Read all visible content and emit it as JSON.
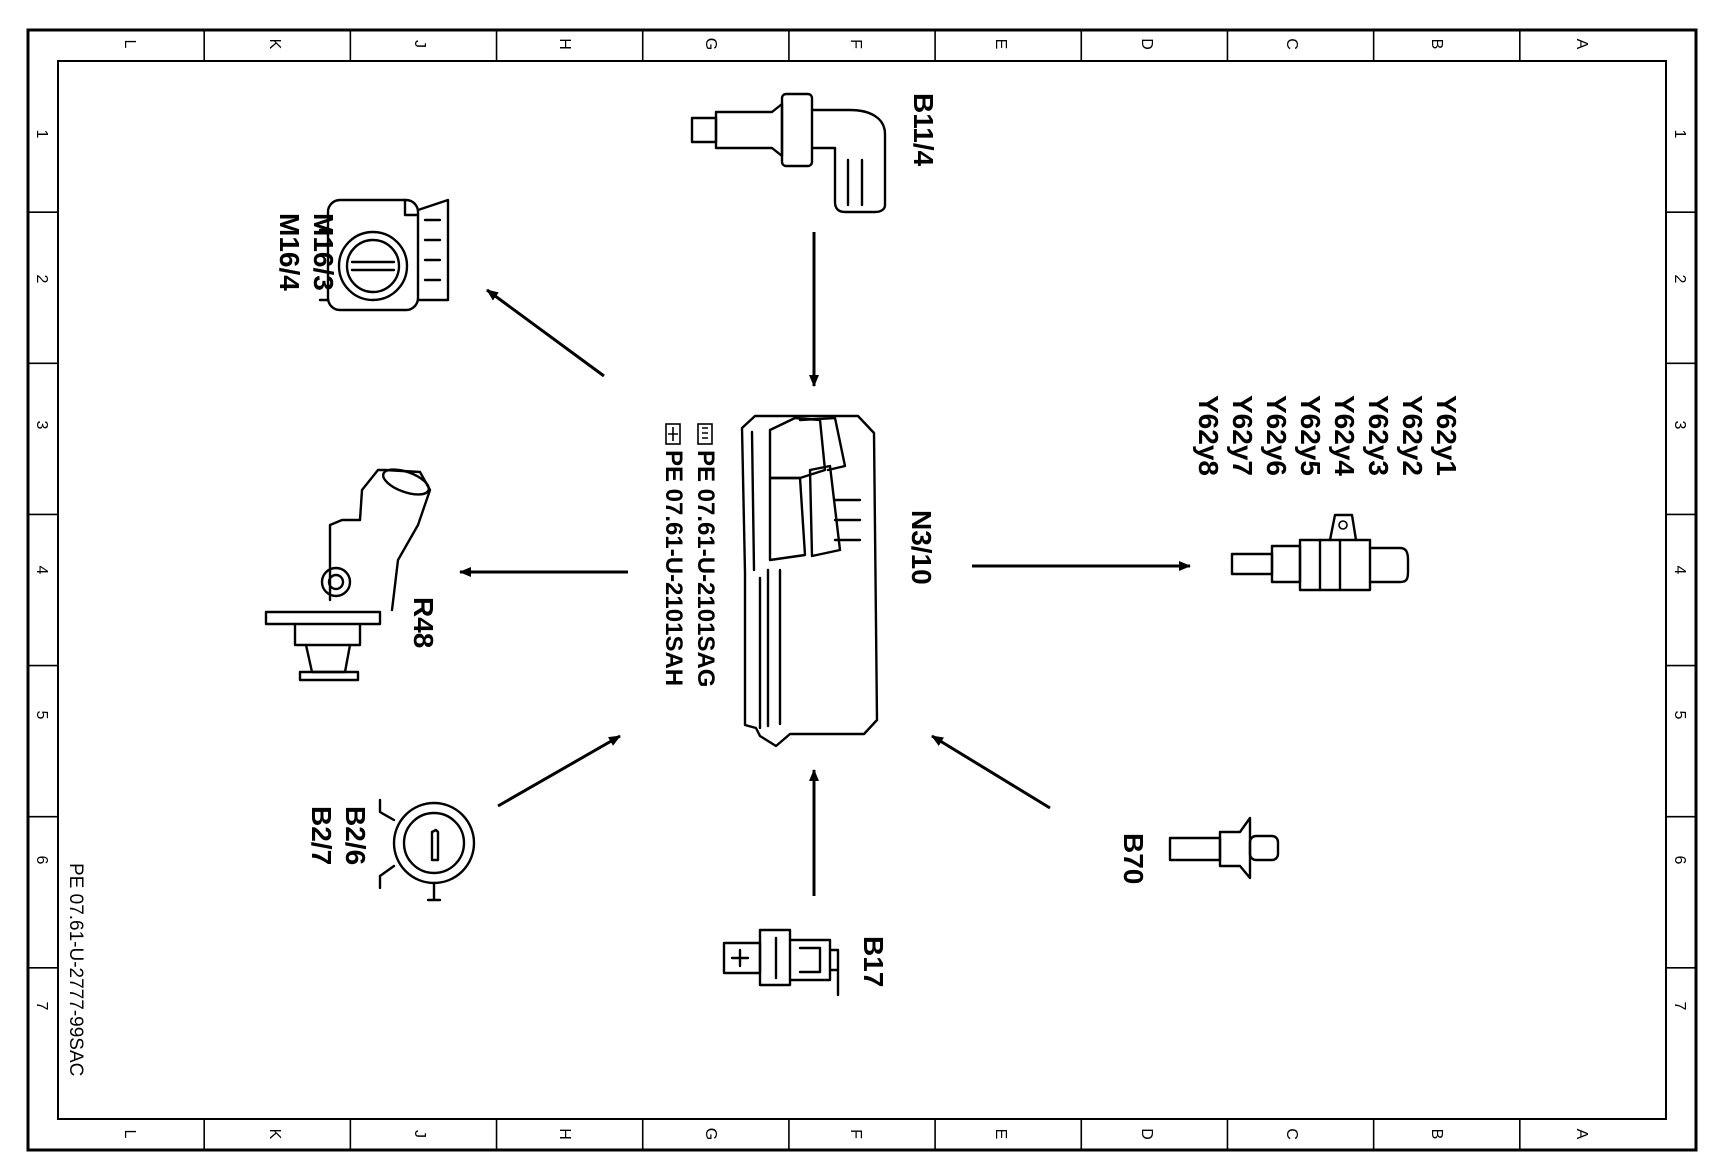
{
  "grid": {
    "columns": [
      "L",
      "K",
      "J",
      "H",
      "G",
      "F",
      "E",
      "D",
      "C",
      "B",
      "A"
    ],
    "rows": [
      "1",
      "2",
      "3",
      "4",
      "5",
      "6",
      "7"
    ]
  },
  "document_code": "PE 07.61-U-2777-99SAC",
  "references": [
    {
      "icon": "hand-pointer-icon",
      "text": "PE  07.61-U-2101SAG"
    },
    {
      "icon": "book-hand-icon",
      "text": "PE  07.61-U-2101SAH"
    }
  ],
  "components": {
    "ecu": "N3/10",
    "camshaft_sensor": "B11/4",
    "throttle": [
      "M16/3",
      "M16/4"
    ],
    "thermostat": "R48",
    "air_mass": [
      "B2/6",
      "B2/7"
    ],
    "coolant_temp": "B17",
    "crank_sensor": "B70",
    "injectors": [
      "Y62y1",
      "Y62y2",
      "Y62y3",
      "Y62y4",
      "Y62y5",
      "Y62y6",
      "Y62y7",
      "Y62y8"
    ]
  }
}
